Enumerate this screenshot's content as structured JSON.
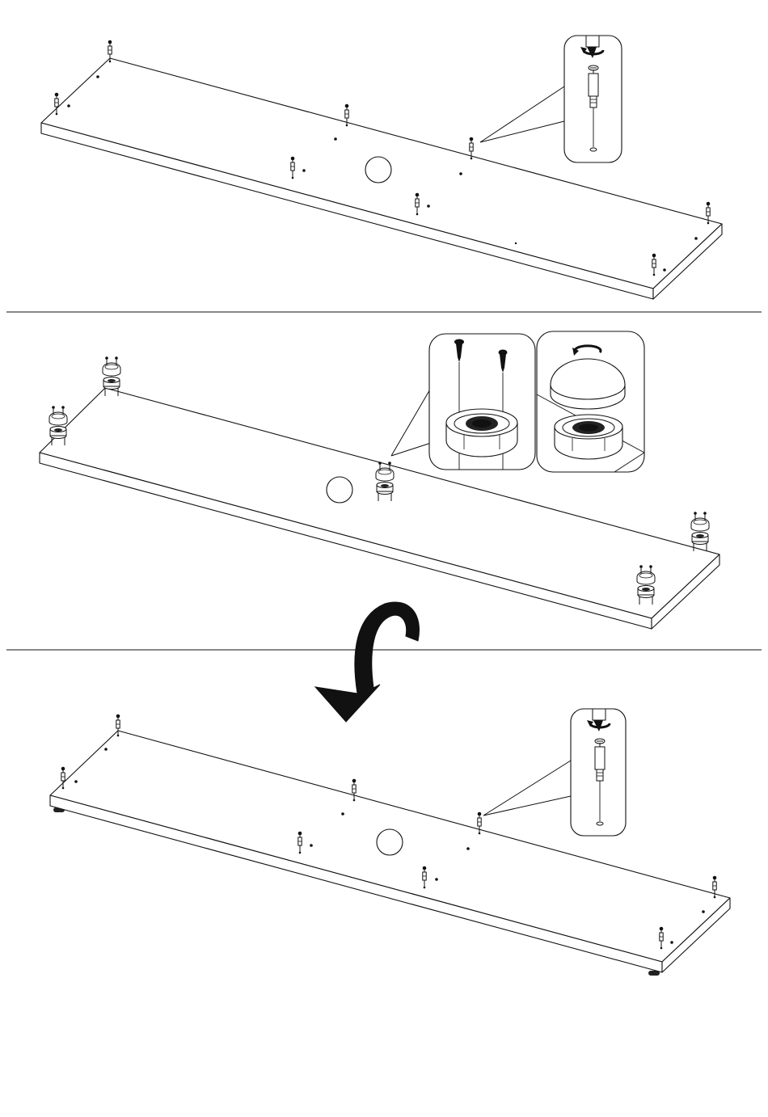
{
  "page": {
    "background": "#ffffff",
    "line_color": "#111111",
    "fill_color": "#ffffff",
    "accent_dark": "#000000"
  },
  "steps": [
    {
      "id": "insert-cam-pins-into-base-panel",
      "has_detail_callout": true,
      "callout": "screwdriver-cam-pin"
    },
    {
      "id": "attach-furniture-glides",
      "has_detail_callout": true,
      "callout": "glide-screw-and-cap"
    },
    {
      "id": "flip-panel-and-insert-cam-pins",
      "has_detail_callout": true,
      "callout": "screwdriver-cam-pin"
    }
  ],
  "icons": [
    "cam-pin-icon",
    "screwdriver-icon",
    "rotation-arrow-icon",
    "glide-foot-icon",
    "wood-screw-icon",
    "flip-arrow-icon"
  ]
}
